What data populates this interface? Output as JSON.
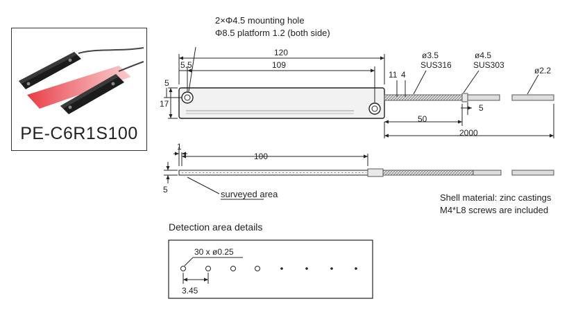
{
  "product": {
    "model": "PE-C6R1S100"
  },
  "callouts": {
    "mounting_hole": "2×Φ4.5 mounting hole",
    "platform": "Φ8.5  platform 1.2 (both side)",
    "cable1_dia": "ø3.5",
    "cable1_mat": "SUS316",
    "cable2_dia": "ø4.5",
    "cable2_mat": "SUS303",
    "fiber_dia": "ø2.2",
    "surveyed_area": "surveyed area",
    "detail_pitch": "30 x ø0.25"
  },
  "dimensions": {
    "total_length": "120",
    "hole_offset": "5.5",
    "hole_pitch": "109",
    "hole_height": "5",
    "body_height": "17",
    "dim_11": "11",
    "dim_4": "4",
    "dim_5_right": "5",
    "sleeve_len": "50",
    "cable_len": "2000",
    "side_1": "1",
    "side_100": "100",
    "side_5": "5",
    "detail_gap": "3.45"
  },
  "notes": {
    "material": "Shell material: zinc castings",
    "screws": "M4*L8 screws are included",
    "detection_title": "Detection area details"
  },
  "colors": {
    "beam": "#e8313a",
    "body": "#1c1c1c",
    "line": "#222222"
  }
}
